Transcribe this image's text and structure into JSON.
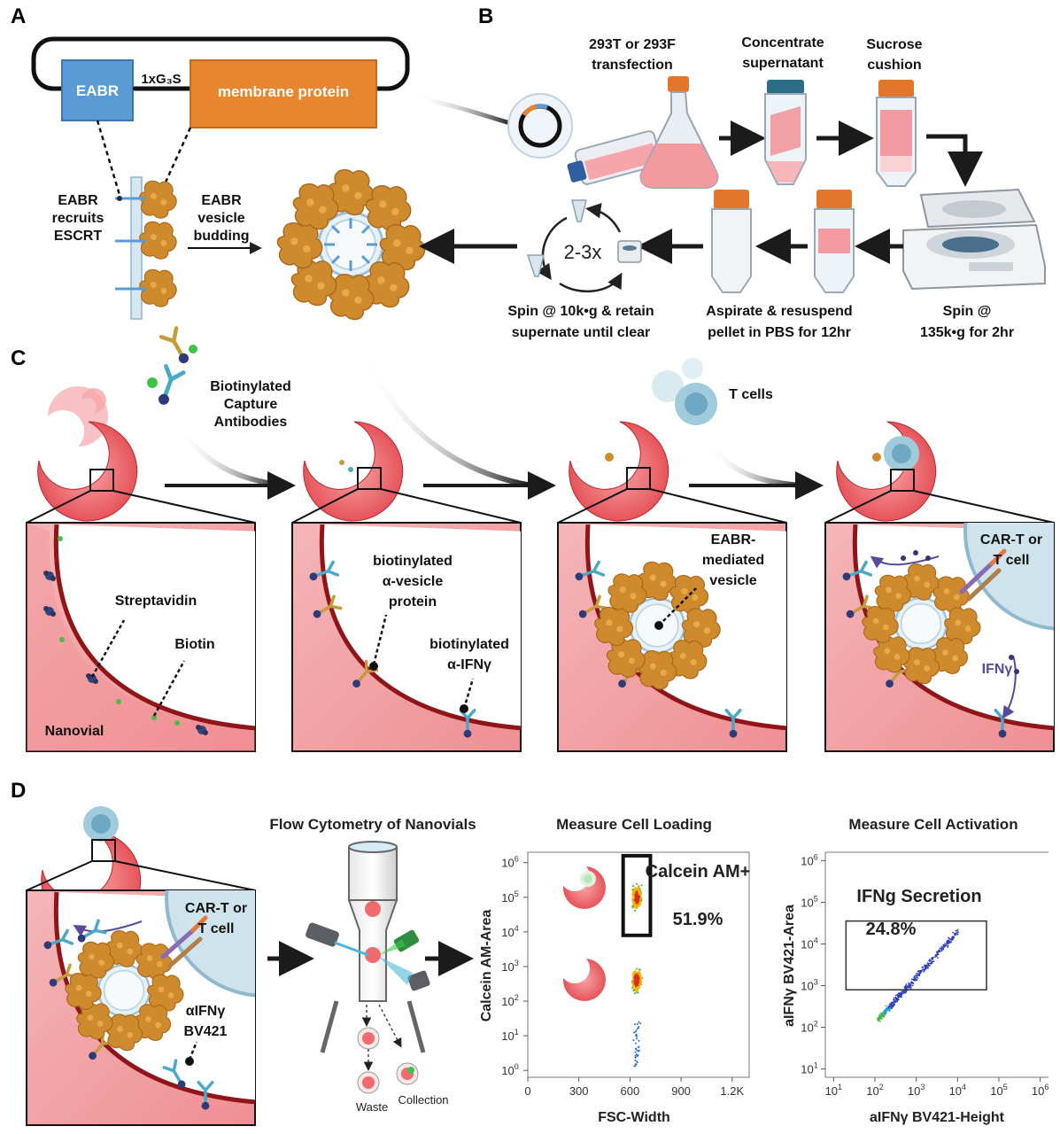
{
  "panels": {
    "a": "A",
    "b": "B",
    "c": "C",
    "d": "D"
  },
  "panel_a": {
    "eabr_box": "EABR",
    "linker": "1xG₃S",
    "membrane_box": "membrane protein",
    "recruits": [
      "EABR",
      "recruits",
      "ESCRT"
    ],
    "budding": [
      "EABR",
      "vesicle",
      "budding"
    ]
  },
  "panel_b": {
    "transfection": [
      "293T or 293F",
      "transfection"
    ],
    "concentrate": [
      "Concentrate",
      "supernatant"
    ],
    "sucrose": [
      "Sucrose",
      "cushion"
    ],
    "spin_fast": [
      "Spin  @",
      "135k•g for 2hr"
    ],
    "aspirate": [
      "Aspirate & resuspend",
      "pellet in PBS for 12hr"
    ],
    "repeat": "2-3x",
    "spin_slow": [
      "Spin @ 10k•g & retain",
      "supernate until clear"
    ]
  },
  "panel_c": {
    "capture": [
      "Biotinylated",
      "Capture",
      "Antibodies"
    ],
    "tcells": "T cells",
    "streptavidin": "Streptavidin",
    "biotin": "Biotin",
    "nanovial": "Nanovial",
    "vesicle_protein": [
      "biotinylated",
      "α-vesicle",
      "protein"
    ],
    "ifng_ab": [
      "biotinylated",
      "α-IFNγ"
    ],
    "eabr_vesicle": [
      "EABR-",
      "mediated",
      "vesicle"
    ],
    "cart": [
      "CAR-T or",
      "T cell"
    ],
    "ifng": "IFNγ"
  },
  "panel_d": {
    "cart": [
      "CAR-T or",
      "T cell"
    ],
    "detect": [
      "αIFNγ",
      "BV421"
    ],
    "flow_title": "Flow Cytometry of Nanovials",
    "waste": "Waste",
    "collection": "Collection",
    "loading_title": "Measure Cell Loading",
    "activation_title": "Measure Cell Activation"
  },
  "chart_data": [
    {
      "type": "scatter",
      "title": "Measure Cell Loading",
      "xlabel": "FSC-Width",
      "ylabel": "Calcein AM-Area",
      "x_ticks": [
        "0",
        "300",
        "600",
        "900",
        "1.2K"
      ],
      "y_ticks": [
        "10^0",
        "10^1",
        "10^2",
        "10^3",
        "10^4",
        "10^5",
        "10^6"
      ],
      "xlim": [
        0,
        1300
      ],
      "ylim_log10": [
        -0.2,
        6.3
      ],
      "gate": {
        "label": "Calcein AM+",
        "percent": "51.9%",
        "x_range": [
          560,
          720
        ],
        "y_log10_range": [
          3.9,
          6.2
        ]
      },
      "populations": [
        {
          "name": "empty nanovials",
          "x_center": 640,
          "y_log10_center": 2.6
        },
        {
          "name": "cell-loaded nanovials",
          "x_center": 640,
          "y_log10_center": 5.0
        }
      ]
    },
    {
      "type": "scatter",
      "title": "Measure Cell Activation",
      "xlabel": "aIFNγ BV421-Height",
      "ylabel": "aIFNγ BV421-Area",
      "x_ticks": [
        "10^1",
        "10^2",
        "10^3",
        "10^4",
        "10^5",
        "10^6"
      ],
      "y_ticks": [
        "10^1",
        "10^2",
        "10^3",
        "10^4",
        "10^5",
        "10^6"
      ],
      "log_scale": true,
      "gate": {
        "label": "IFNg Secretion",
        "percent": "24.8%",
        "x_log10_range": [
          1.3,
          4.7
        ],
        "y_log10_range": [
          2.9,
          4.55
        ]
      }
    }
  ],
  "colors": {
    "nanovial": "#f06a6e",
    "nanovial_dark": "#8f1518",
    "protein": "#d38b2a",
    "eabr": "#5b9bd5",
    "membrane_box": "#e8862f",
    "tcell": "#8ec1d6"
  }
}
